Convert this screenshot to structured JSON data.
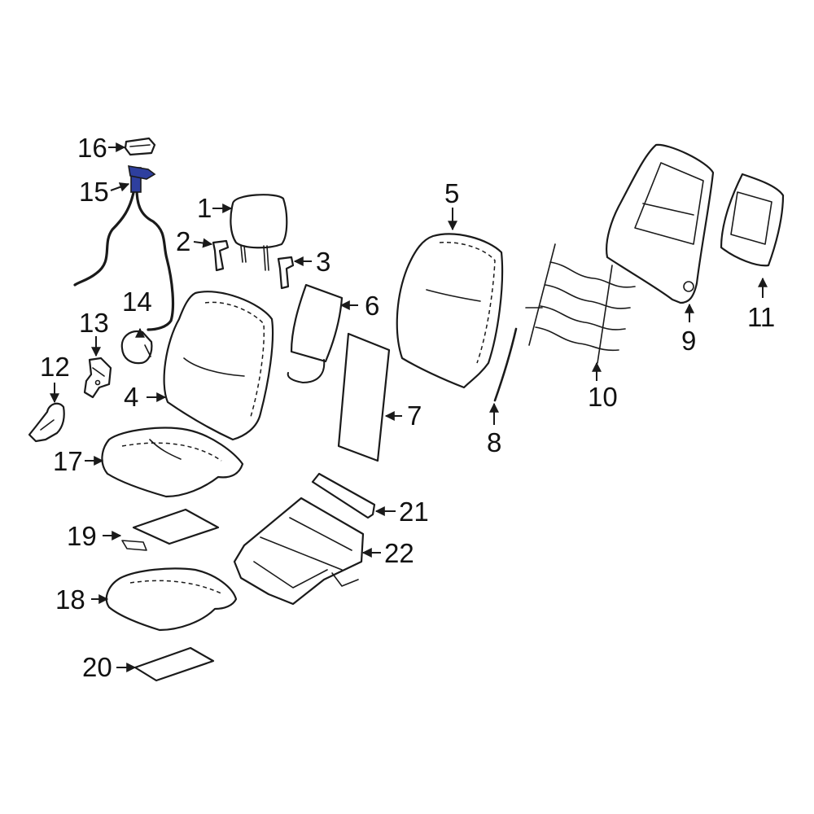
{
  "callouts": [
    "1",
    "2",
    "3",
    "4",
    "5",
    "6",
    "7",
    "8",
    "9",
    "10",
    "11",
    "12",
    "13",
    "14",
    "15",
    "16",
    "17",
    "18",
    "19",
    "20",
    "21",
    "22"
  ],
  "colors": {
    "line": "#1a1a1a",
    "highlight_part": "#2e3f9e",
    "background": "#ffffff"
  },
  "highlighted_callout": "15"
}
